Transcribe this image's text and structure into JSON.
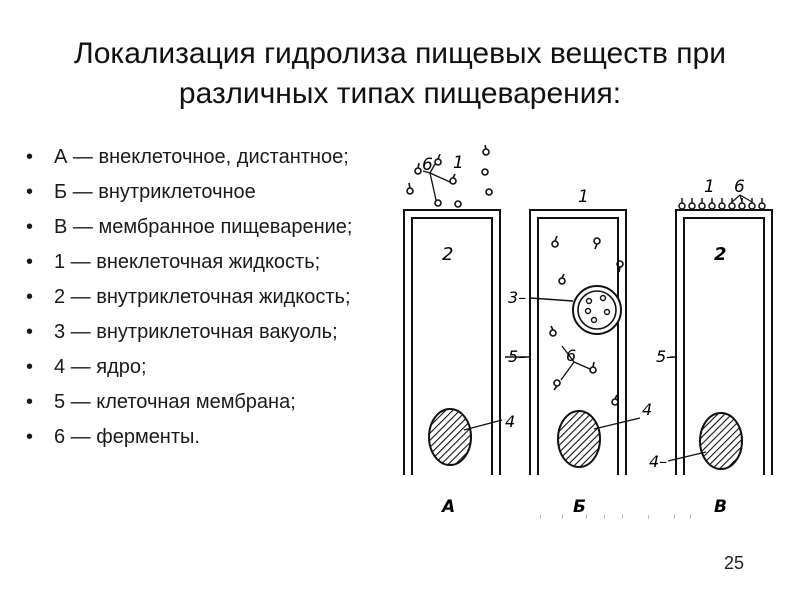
{
  "slide": {
    "title_line1": "Локализация гидролиза пищевых веществ при",
    "title_line2": "различных типах пищеварения:",
    "page_number": "25"
  },
  "legend": [
    "А — внеклеточное, дистантное;",
    "Б — внутриклеточное",
    "В — мембранное пищеварение;",
    "1 — внеклеточная жидкость;",
    "2 — внутриклеточная жидкость;",
    "3 — внутриклеточная вакуоль;",
    "4 — ядро;",
    "5 — клеточная мембрана;",
    "6 — ферменты."
  ],
  "diagram": {
    "cell_a": {
      "letter": "А",
      "label_1": "1",
      "label_2": "2",
      "label_4": "4",
      "label_6": "6"
    },
    "cell_b": {
      "letter": "Б",
      "label_1": "1",
      "label_3": "3–",
      "label_4": "4",
      "label_5": "5–",
      "label_6": "6"
    },
    "cell_c": {
      "letter": "В",
      "label_1": "1",
      "label_2": "2",
      "label_4": "4–",
      "label_5": "5–",
      "label_6": "6"
    }
  }
}
